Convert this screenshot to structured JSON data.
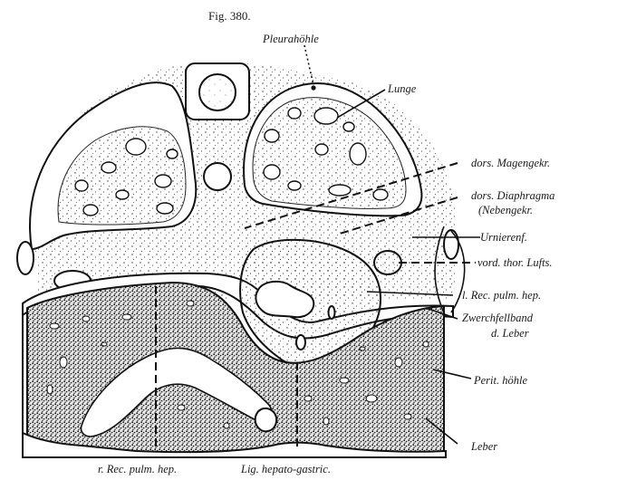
{
  "figure": {
    "caption": "Fig. 380."
  },
  "labels": {
    "pleurahoehle": "Pleurahöhle",
    "lunge": "Lunge",
    "dors_magengekr": "dors. Magengekr.",
    "dors_diaphragma": "dors. Diaphragma",
    "nebengekr": "(Nebengekr.",
    "urnierenf": "Urnierenf.",
    "vord_thor_lufts": "vord. thor. Lufts.",
    "l_rec_pulm_hep": "l. Rec. pulm. hep.",
    "zwerchfellband": "Zwerchfellband",
    "d_leber": "d. Leber",
    "perit_hoehle": "Perit. höhle",
    "leber": "Leber",
    "r_rec_pulm_hep": "r. Rec. pulm. hep.",
    "lig_hepato_gastric": "Lig. hepato-gastric."
  },
  "colors": {
    "ink": "#111111",
    "paper": "#ffffff"
  }
}
